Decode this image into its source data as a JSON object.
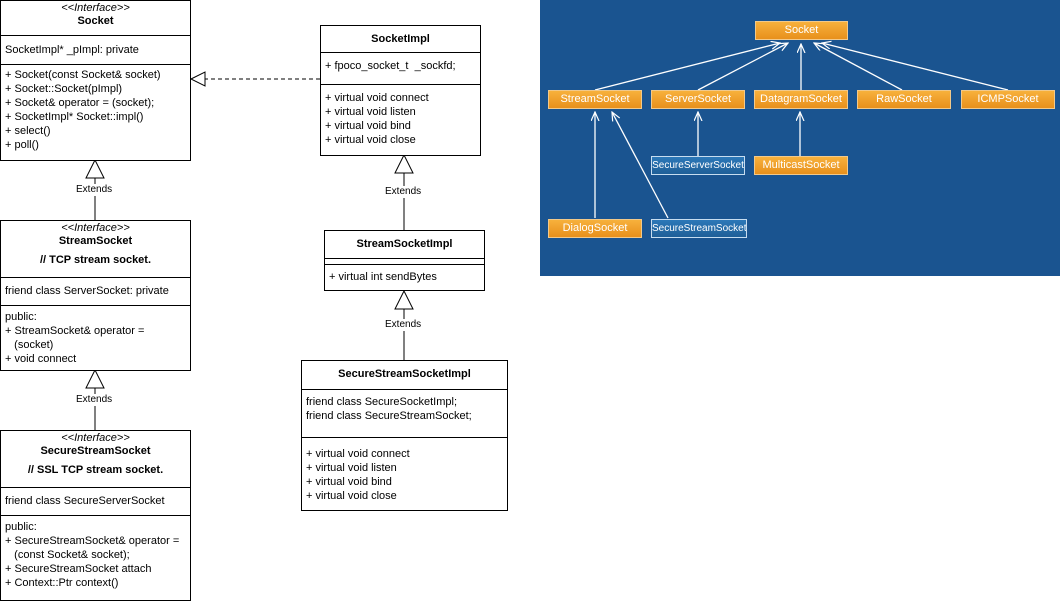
{
  "uml": {
    "socket": {
      "stereotype": "<<Interface>>",
      "name": "Socket",
      "attributes": [
        "SocketImpl* _pImpl: private"
      ],
      "operations": [
        "+ Socket(const Socket& socket)",
        "+ Socket::Socket(pImpl)",
        "+ Socket& operator = (socket);",
        "+ SocketImpl* Socket::impl()",
        "+ select()",
        "+ poll()"
      ]
    },
    "stream_socket": {
      "stereotype": "<<Interface>>",
      "name": "StreamSocket",
      "subtitle": "// TCP stream socket.",
      "attributes": [
        "friend class ServerSocket: private"
      ],
      "operations": [
        "public:",
        "+ StreamSocket& operator =",
        "   (socket)",
        "+ void connect"
      ]
    },
    "secure_stream_socket": {
      "stereotype": "<<Interface>>",
      "name": "SecureStreamSocket",
      "subtitle": "// SSL TCP stream socket.",
      "attributes": [
        "friend class SecureServerSocket"
      ],
      "operations": [
        "public:",
        "+ SecureStreamSocket& operator =",
        "   (const Socket& socket);",
        "+ SecureStreamSocket attach",
        "+ Context::Ptr context()"
      ]
    },
    "socket_impl": {
      "name": "SocketImpl",
      "attributes": [
        "+ fpoco_socket_t  _sockfd;"
      ],
      "operations": [
        "+ virtual void connect",
        "+ virtual void listen",
        "+ virtual void bind",
        "+ virtual void close"
      ]
    },
    "stream_socket_impl": {
      "name": "StreamSocketImpl",
      "operations": [
        "+ virtual int sendBytes"
      ]
    },
    "secure_stream_socket_impl": {
      "name": "SecureStreamSocketImpl",
      "attributes": [
        "friend class SecureSocketImpl;",
        "friend class SecureStreamSocket;"
      ],
      "operations": [
        "+ virtual void connect",
        "+ virtual void listen",
        "+ virtual void bind",
        "+ virtual void close"
      ]
    },
    "extends_label": "Extends"
  },
  "hierarchy": {
    "socket": "Socket",
    "stream_socket": "StreamSocket",
    "server_socket": "ServerSocket",
    "datagram_socket": "DatagramSocket",
    "raw_socket": "RawSocket",
    "icmp_socket": "ICMPSocket",
    "secure_server_socket": "SecureServerSocket",
    "multicast_socket": "MulticastSocket",
    "dialog_socket": "DialogSocket",
    "secure_stream_socket": "SecureStreamSocket"
  },
  "colors": {
    "panel_bg": "#1a5490",
    "orange_box": "#f0a030",
    "blue_box": "#2670b0"
  }
}
